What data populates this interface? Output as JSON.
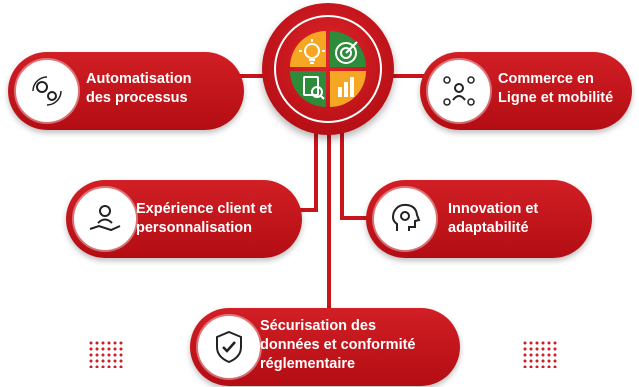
{
  "hub": {
    "icons": [
      "lightbulb-gear-icon",
      "target-icon",
      "document-search-icon",
      "growth-chart-icon"
    ],
    "colors": [
      "#f5a623",
      "#2e8b3a",
      "#2e8b3a",
      "#f5a623"
    ]
  },
  "items": [
    {
      "id": "automation",
      "label": "Automatisation\ndes processus",
      "icon": "gears-cycle-icon"
    },
    {
      "id": "commerce",
      "label": "Commerce en\nLigne et mobilité",
      "icon": "network-people-icon"
    },
    {
      "id": "experience",
      "label": "Expérience client et\npersonnalisation",
      "icon": "customer-hand-icon"
    },
    {
      "id": "innovation",
      "label": "Innovation et\nadaptabilité",
      "icon": "head-gear-icon"
    },
    {
      "id": "security",
      "label": "Sécurisation des\ndonnées et conformité\nréglementaire",
      "icon": "shield-check-icon"
    }
  ],
  "colors": {
    "accent": "#c8151b",
    "background": "#ffffff",
    "text_on_accent": "#ffffff"
  }
}
